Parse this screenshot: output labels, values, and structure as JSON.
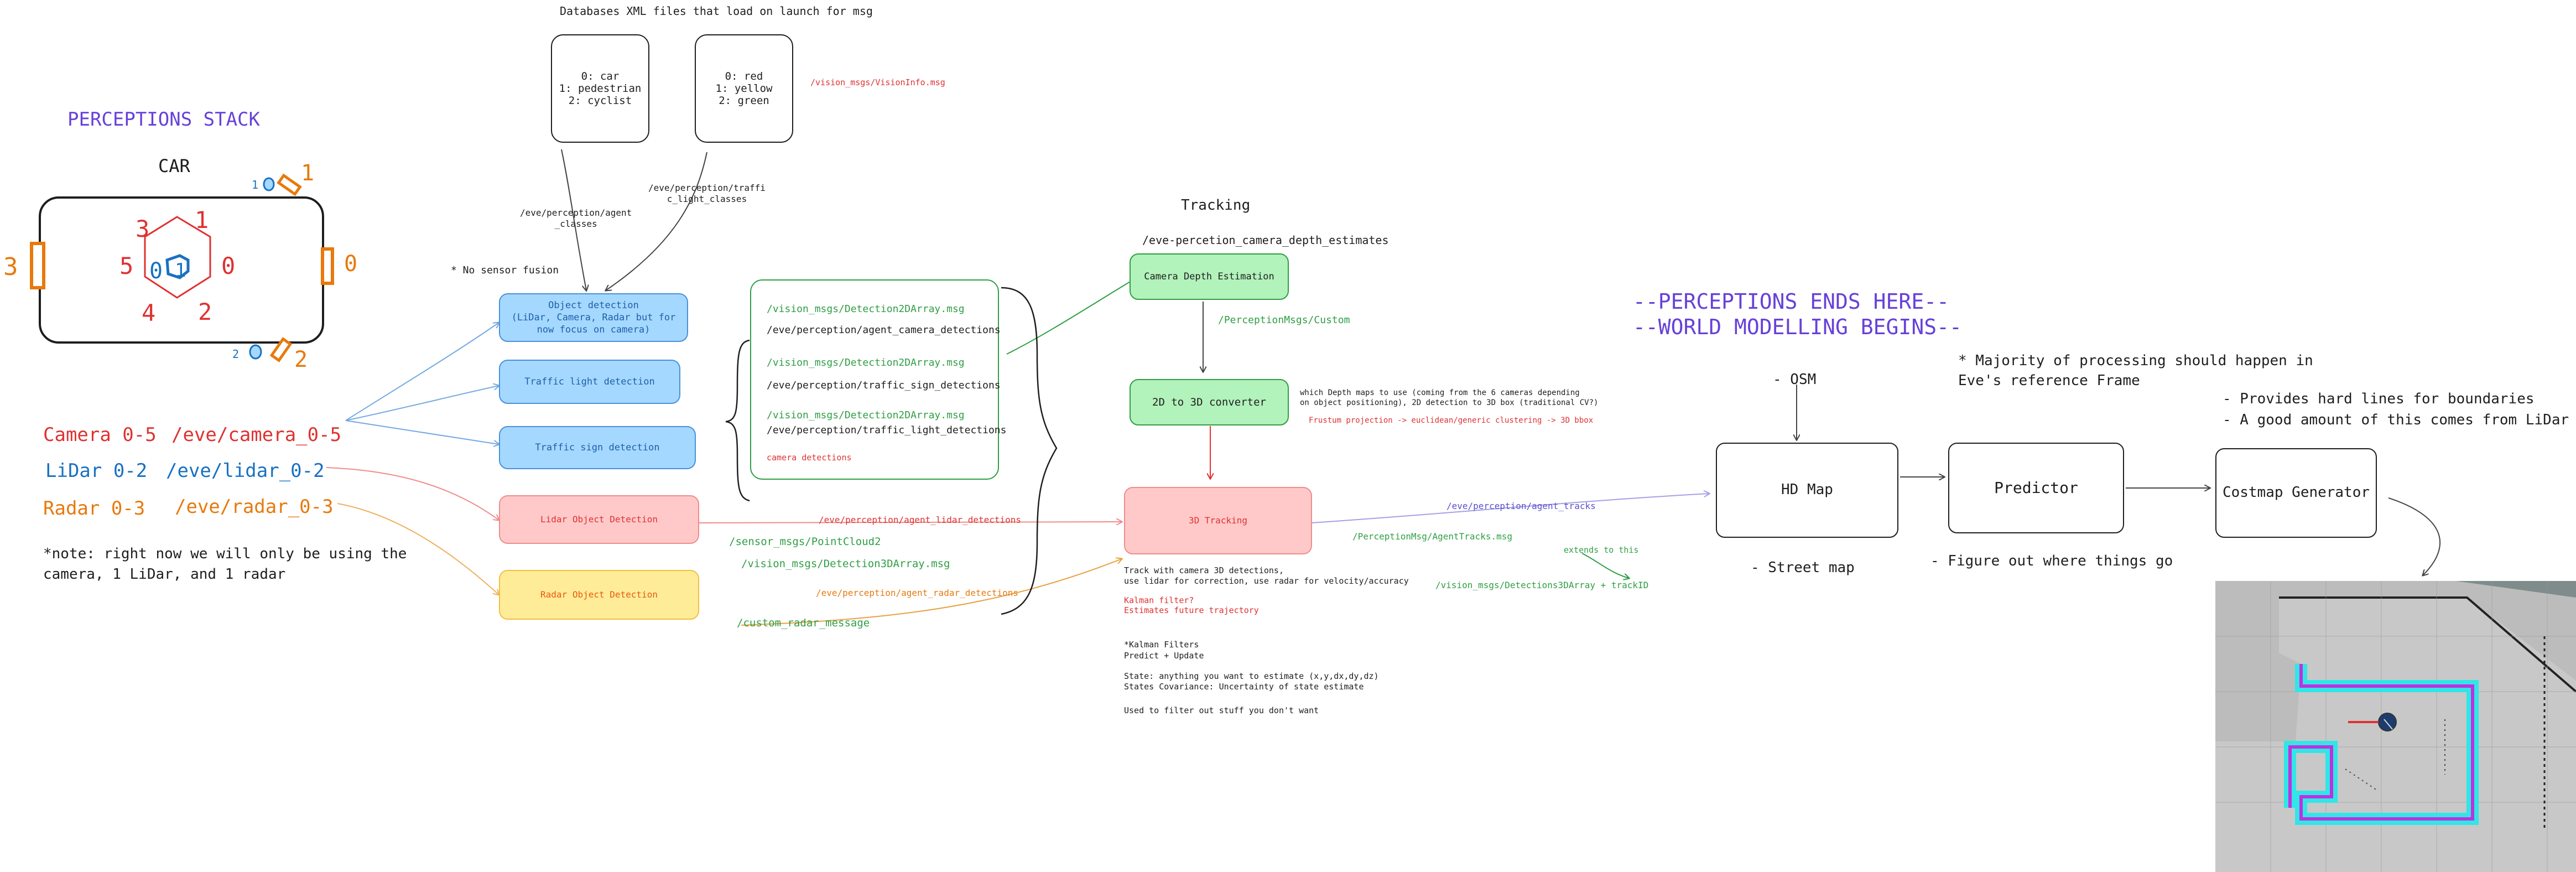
{
  "title": "PERCEPTIONS STACK",
  "car_label": "CAR",
  "car_numbers": {
    "cam_1": "1",
    "cam_3": "3",
    "cam_5": "5",
    "cam_0": "0",
    "cam_4": "4",
    "cam_2": "2",
    "lidar_0": "0",
    "lidar_1": "1",
    "side_3": "3",
    "side_0": "0",
    "small_1": "1",
    "small_2": "2",
    "corner_1": "1",
    "corner_2": "2"
  },
  "sensors": {
    "camera": {
      "label": "Camera 0-5",
      "topic": "/eve/camera_0-5"
    },
    "lidar": {
      "label": "LiDar 0-2",
      "topic": "/eve/lidar_0-2"
    },
    "radar": {
      "label": "Radar 0-3",
      "topic": "/eve/radar_0-3"
    },
    "note_line1": "*note: right now we will only be using the",
    "note_line2": "camera, 1 LiDar, and 1 radar"
  },
  "databases": {
    "title": "Databases XML files that load on launch for msg",
    "classes_box": "0: car\n1: pedestrian\n2: cyclist",
    "colors_box": "0: red\n1: yellow\n2: green",
    "vision_info": "/vision_msgs/VisionInfo.msg",
    "agent_classes_topic": "/eve/perception/agent\n_classes",
    "traffic_light_classes_topic": "/eve/perception/traffi\nc_light_classes"
  },
  "no_sensor_fusion": "* No sensor fusion",
  "nodes": {
    "object_detection": "Object detection\n(LiDar, Camera, Radar but for\nnow focus on camera)",
    "traffic_light_detection": "Traffic light detection",
    "traffic_sign_detection": "Traffic sign detection",
    "lidar_object_detection": "Lidar Object Detection",
    "radar_object_detection": "Radar Object Detection",
    "camera_depth_estimation": "Camera Depth Estimation",
    "converter_2d_3d": "2D to 3D converter",
    "tracking_3d": "3D Tracking",
    "hd_map": "HD Map",
    "predictor": "Predictor",
    "costmap_generator": "Costmap Generator"
  },
  "detections_box": {
    "msg1": "/vision_msgs/Detection2DArray.msg",
    "topic1": "/eve/perception/agent_camera_detections",
    "msg2": "/vision_msgs/Detection2DArray.msg",
    "topic2": "/eve/perception/traffic_sign_detections",
    "msg3": "/vision_msgs/Detection2DArray.msg",
    "topic3": "/eve/perception/traffic_light_detections",
    "camera_detections": "camera detections"
  },
  "lidar_branch": {
    "topic": "/eve/perception/agent_lidar_detections",
    "msg1": "/sensor_msgs/PointCloud2",
    "msg2": "/vision_msgs/Detection3DArray.msg"
  },
  "radar_branch": {
    "topic": "/eve/perception/agent_radar_detections",
    "msg": "/custom_radar_message"
  },
  "tracking": {
    "header": "Tracking",
    "depth_topic": "/eve-percetion_camera_depth_estimates",
    "custom_msg": "/PerceptionMsgs/Custom",
    "converter_note_line1": "which Depth maps to use (coming from the 6 cameras depending",
    "converter_note_line2": "on object positioning), 2D detection to 3D box (traditional CV?)",
    "frustum": "Frustum projection -> euclidean/generic clustering -> 3D bbox",
    "notes_line1": "Track with camera 3D detections,",
    "notes_line2": "use lidar for correction, use radar for velocity/accuracy",
    "kalman_q": "Kalman filter?",
    "future_traj": "Estimates future trajectory",
    "kf_title": "*Kalman Filters",
    "kf_predict": "Predict + Update",
    "kf_state": "State: anything you want to estimate (x,y,dx,dy,dz)",
    "kf_cov": "States Covariance: Uncertainty of state estimate",
    "kf_use": "Used to filter out stuff you don't want",
    "agent_tracks_topic": "/eve/perception/agent_tracks",
    "agent_tracks_msg": "/PerceptionMsg/AgentTracks.msg",
    "extends": "extends to this",
    "det3d_track": "/vision_msgs/Detections3DArray + trackID"
  },
  "world": {
    "line1": "--PERCEPTIONS ENDS HERE--",
    "line2": "--WORLD MODELLING BEGINS--",
    "osm": "- OSM",
    "street_map": "- Street map",
    "majority_line1": "* Majority of processing should happen in",
    "majority_line2": "Eve's reference Frame",
    "figure_out": "- Figure out where things go",
    "boundaries": "- Provides hard lines for boundaries",
    "lidar_amount": "- A good amount of this comes from LiDar"
  },
  "colors": {
    "red": "#e03131",
    "green": "#2f9e44",
    "blue": "#1971c2",
    "orange": "#e8790c",
    "purple": "#6741d9"
  },
  "map_image": "costmap-image"
}
